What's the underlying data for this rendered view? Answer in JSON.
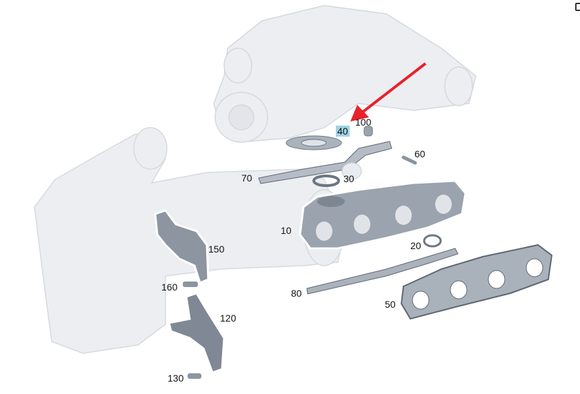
{
  "diagram": {
    "highlighted_part": "40",
    "arrow_color": "#e8222a",
    "highlight_color": "#9fd3e6",
    "part_labels": [
      {
        "id": "p40",
        "text": "40"
      },
      {
        "id": "p100",
        "text": "100"
      },
      {
        "id": "p60",
        "text": "60"
      },
      {
        "id": "p70",
        "text": "70"
      },
      {
        "id": "p30",
        "text": "30"
      },
      {
        "id": "p10",
        "text": "10"
      },
      {
        "id": "p150",
        "text": "150"
      },
      {
        "id": "p20",
        "text": "20"
      },
      {
        "id": "p160",
        "text": "160"
      },
      {
        "id": "p80",
        "text": "80"
      },
      {
        "id": "p50",
        "text": "50"
      },
      {
        "id": "p120",
        "text": "120"
      },
      {
        "id": "p130",
        "text": "130"
      }
    ]
  },
  "toolbar": {
    "corner_icon": "expand-icon"
  }
}
